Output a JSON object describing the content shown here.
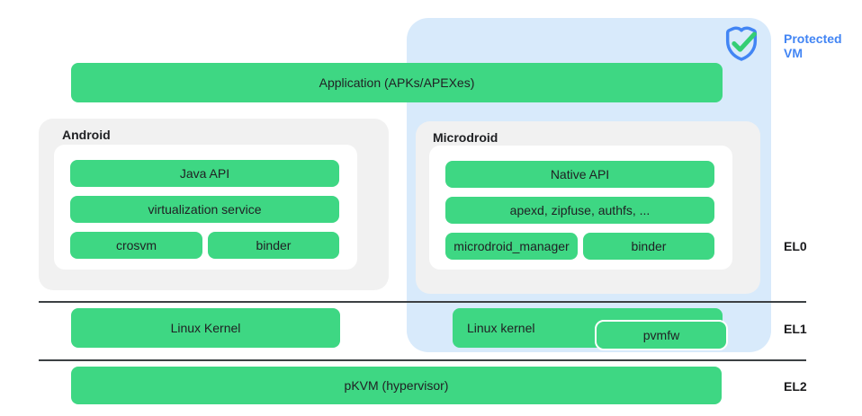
{
  "colors": {
    "green": "#3ED783",
    "blue": "#4285F4",
    "vm_area_bg": "#D8EAFB",
    "box_bg": "#F1F1F1",
    "separator": "#3C4043",
    "text": "#202124",
    "check_green": "#34CE74"
  },
  "protected_vm": {
    "label": "Protected VM",
    "icon": "shield-check-icon"
  },
  "layers": {
    "application": {
      "label": "Application (APKs/APEXes)"
    },
    "android": {
      "title": "Android",
      "bars": [
        "Java API",
        "virtualization service",
        "crosvm",
        "binder"
      ]
    },
    "microdroid": {
      "title": "Microdroid",
      "bars": [
        "Native API",
        "apexd, zipfuse, authfs, ...",
        "microdroid_manager",
        "binder"
      ]
    },
    "el1": {
      "linux_kernel_host": "Linux Kernel",
      "linux_kernel_vm": "Linux kernel",
      "pvmfw": "pvmfw"
    },
    "el2": {
      "pkvm": "pKVM (hypervisor)"
    }
  },
  "exception_levels": [
    "EL0",
    "EL1",
    "EL2"
  ]
}
